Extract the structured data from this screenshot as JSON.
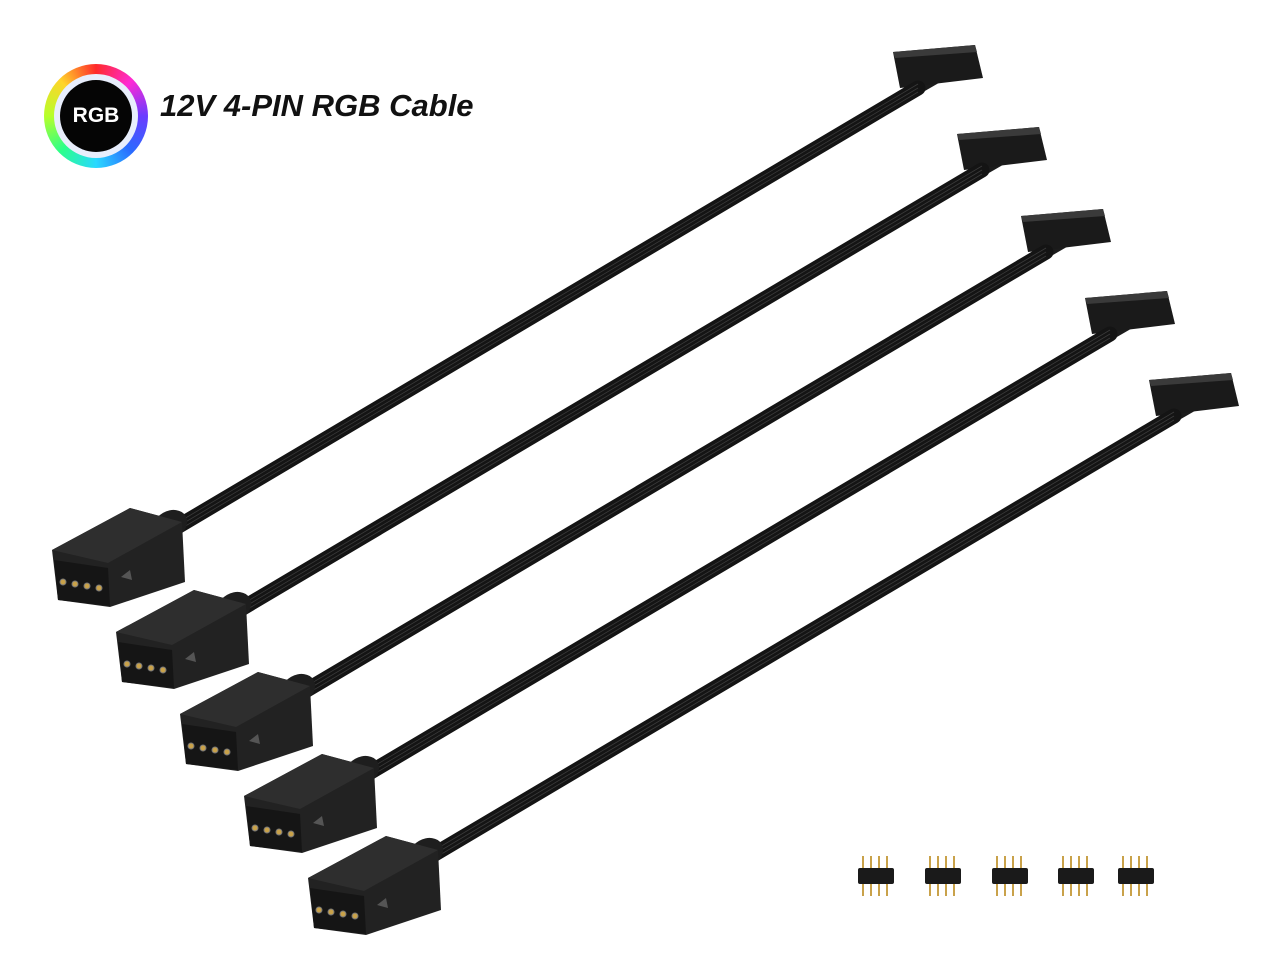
{
  "logo": {
    "text": "RGB",
    "ring_colors": [
      "#ff2a2a",
      "#ff2ad4",
      "#6a3cff",
      "#2a6bff",
      "#2ad9ff",
      "#2aff8a",
      "#ffd42a"
    ]
  },
  "title": "12V 4-PIN RGB Cable",
  "product": {
    "cable_count": 5,
    "pin_header_count": 5,
    "pins_per_connector": 4,
    "cable_color": "#141414",
    "pin_color": "#c9a24a"
  }
}
